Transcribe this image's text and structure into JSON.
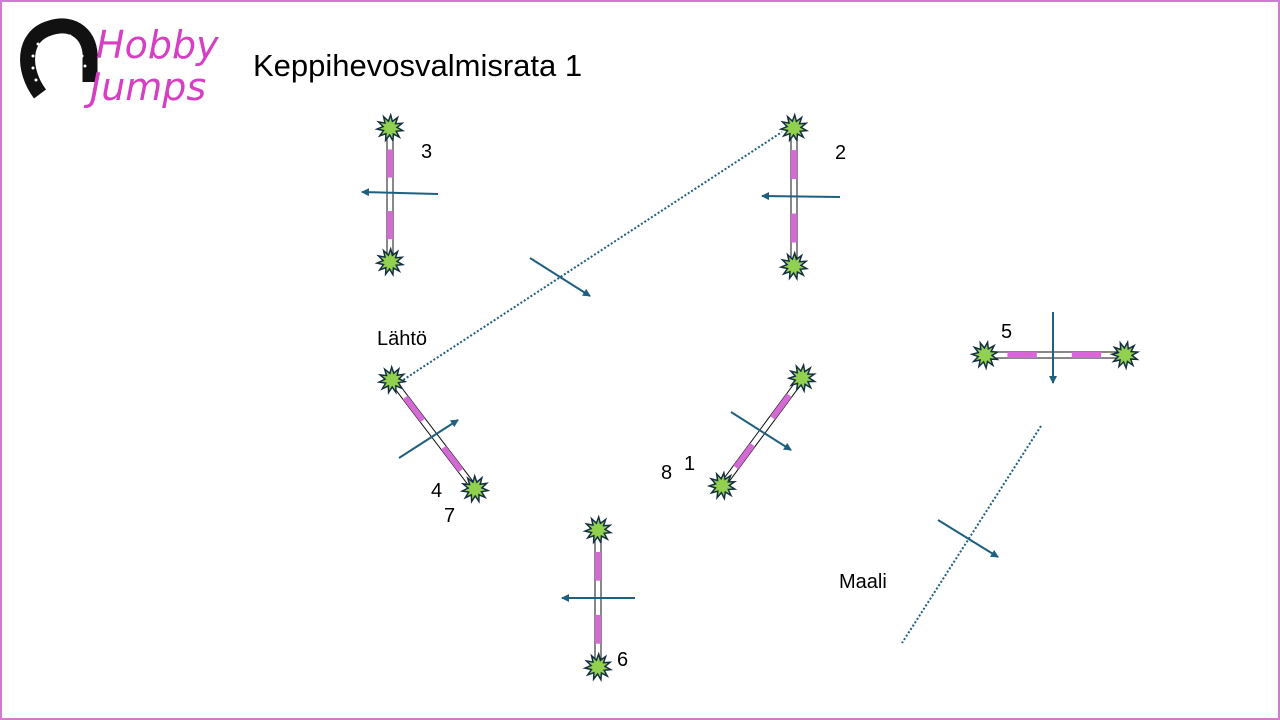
{
  "title": "Keppihevosvalmisrata 1",
  "logo": {
    "line1": "Hobby",
    "line2": "Jumps"
  },
  "labels": {
    "start": "Lähtö",
    "finish": "Maali",
    "jump1": "1",
    "jump2": "2",
    "jump3": "3",
    "jump4": "4",
    "jump5": "5",
    "jump6": "6",
    "jump7": "7",
    "jump8": "8"
  },
  "colors": {
    "border": "#d27ad2",
    "pole_stripe": "#d46ad4",
    "bush": "#92d050",
    "arrow": "#1f5f7f",
    "logo_text": "#d63fc4"
  }
}
